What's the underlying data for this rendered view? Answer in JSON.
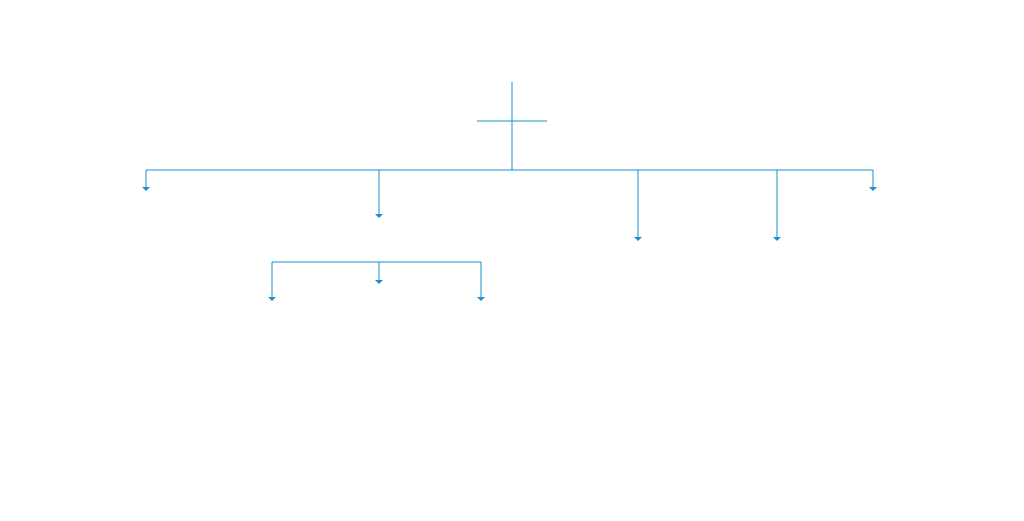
{
  "diagram": {
    "type": "org-chart-connectors",
    "line_color": "#1a8fd0",
    "background_color": "#ffffff",
    "nodes": [
      {
        "id": "root",
        "label": "",
        "children": [
          "a",
          "b",
          "c",
          "d",
          "e"
        ],
        "assistant": true
      },
      {
        "id": "a",
        "label": "",
        "children": []
      },
      {
        "id": "b",
        "label": "",
        "children": [
          "b1",
          "b2",
          "b3"
        ]
      },
      {
        "id": "c",
        "label": "",
        "children": []
      },
      {
        "id": "d",
        "label": "",
        "children": []
      },
      {
        "id": "e",
        "label": "",
        "children": []
      },
      {
        "id": "b1",
        "label": "",
        "children": []
      },
      {
        "id": "b2",
        "label": "",
        "children": []
      },
      {
        "id": "b3",
        "label": "",
        "children": []
      }
    ]
  }
}
